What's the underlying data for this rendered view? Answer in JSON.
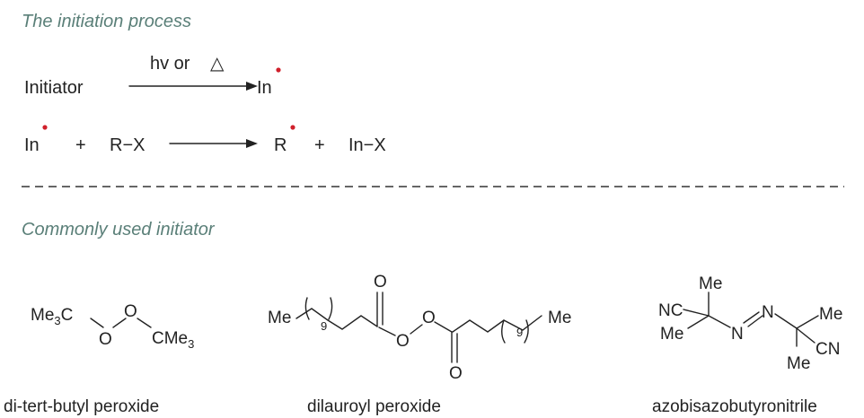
{
  "colors": {
    "heading": "#5a7f78",
    "ink": "#222222",
    "radical_dot": "#d0202b",
    "divider": "#333333"
  },
  "initiation": {
    "heading": "The initiation process",
    "eq1": {
      "reactant": "Initiator",
      "condition": "hv or",
      "condition_symbol": "△",
      "product": "In"
    },
    "eq2": {
      "reactant1": "In",
      "plus1": "+",
      "reactant2": "R−X",
      "product1": "R",
      "plus2": "+",
      "product2": "In−X"
    }
  },
  "initiators": {
    "heading": "Commonly used initiator",
    "dtbp": {
      "name": "di-tert-butyl peroxide",
      "left_group": "Me",
      "left_sub": "3",
      "left_c": "C",
      "o1": "O",
      "o2": "O",
      "right_group": "CMe",
      "right_sub": "3"
    },
    "lauroyl": {
      "name": "dilauroyl peroxide",
      "me_left": "Me",
      "rep_left": "9",
      "o_carbonyl_top": "O",
      "o_peroxide_1": "O",
      "o_peroxide_2": "O",
      "o_carbonyl_bottom": "O",
      "rep_right": "9",
      "me_right": "Me"
    },
    "aibn": {
      "name": "azobisazobutyronitrile",
      "nc_left": "NC",
      "me_top": "Me",
      "me_left": "Me",
      "n1": "N",
      "n2": "N",
      "me_right": "Me",
      "cn_right": "CN",
      "me_bottom": "Me"
    }
  }
}
